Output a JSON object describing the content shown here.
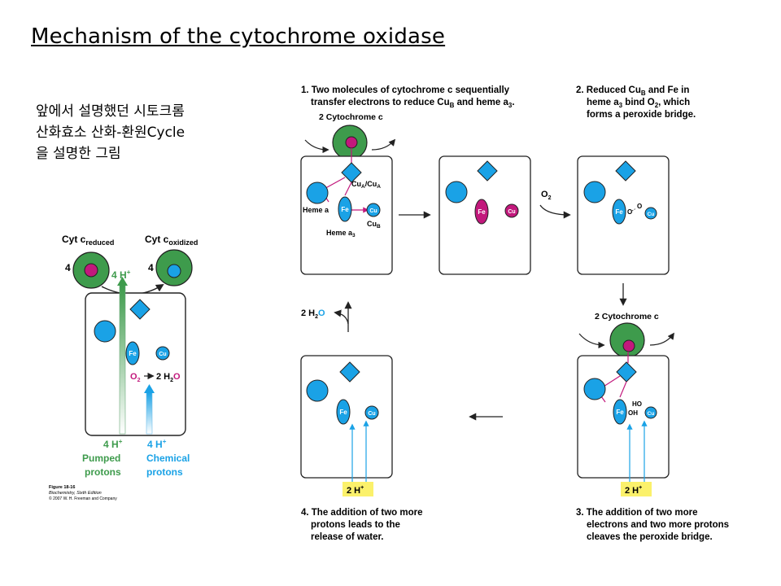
{
  "title": "Mechanism of the cytochrome oxidase",
  "description": [
    "앞에서 설명했던 시토크롬",
    "산화효소 산화-환원Cycle",
    "을 설명한 그림"
  ],
  "colors": {
    "green": "#3e9b4c",
    "blue": "#1aa2e6",
    "magenta": "#c2187c",
    "yellow": "#fbf16b",
    "pinkline": "#c2187c"
  },
  "left_figure": {
    "cyt_reduced": "Cyt c",
    "cyt_reduced_sub": "reduced",
    "cyt_oxidized": "Cyt c",
    "cyt_oxidized_sub": "oxidized",
    "count_left": "4",
    "count_right": "4",
    "h_top": "4 H",
    "fe": "Fe",
    "cu": "Cu",
    "o2": "O",
    "o2_sub": "2",
    "h2o": "2 H",
    "h2o_sub": "2",
    "h2o_o": "O",
    "pumped": [
      "4 H",
      "Pumped",
      "protons"
    ],
    "chemical": [
      "4 H",
      "Chemical",
      "protons"
    ],
    "caption": [
      "Figure 18-16",
      "Biochemistry, Sixth Edition",
      "© 2007 W. H. Freeman and Company"
    ]
  },
  "steps": {
    "step1": [
      "1. Two molecules of cytochrome c sequentially",
      "transfer electrons to reduce Cu",
      "B",
      " and heme a",
      "3",
      "."
    ],
    "step2": [
      "2. Reduced Cu",
      "B",
      " and Fe in",
      "heme a",
      "3",
      " bind O",
      "2",
      ", which",
      "forms a peroxide bridge."
    ],
    "step3": [
      "3. The addition of two more",
      "electrons and two more protons",
      "cleaves the peroxide bridge."
    ],
    "step4": [
      "4. The addition of two more",
      "protons leads to the",
      "release of water."
    ]
  },
  "labels": {
    "cyt_c_top": "2 Cytochrome c",
    "cyt_c_mid": "2 Cytochrome c",
    "cua": "Cu",
    "cua_sub1": "A",
    "cua_mid": "/Cu",
    "cua_sub2": "A",
    "heme_a": "Heme a",
    "heme_a3": "Heme a",
    "heme_a3_sub": "3",
    "cub": "Cu",
    "cub_sub": "B",
    "fe": "Fe",
    "cu": "Cu",
    "o2": "O",
    "o2_sub": "2",
    "o": "O",
    "h2o_out": "2 H",
    "h2o_out_sub": "2",
    "h2o_out_o": "O",
    "two_h_a": "2 H",
    "two_h_b": "2 H",
    "ho": "HO",
    "oh": "OH",
    "plus": "+"
  }
}
